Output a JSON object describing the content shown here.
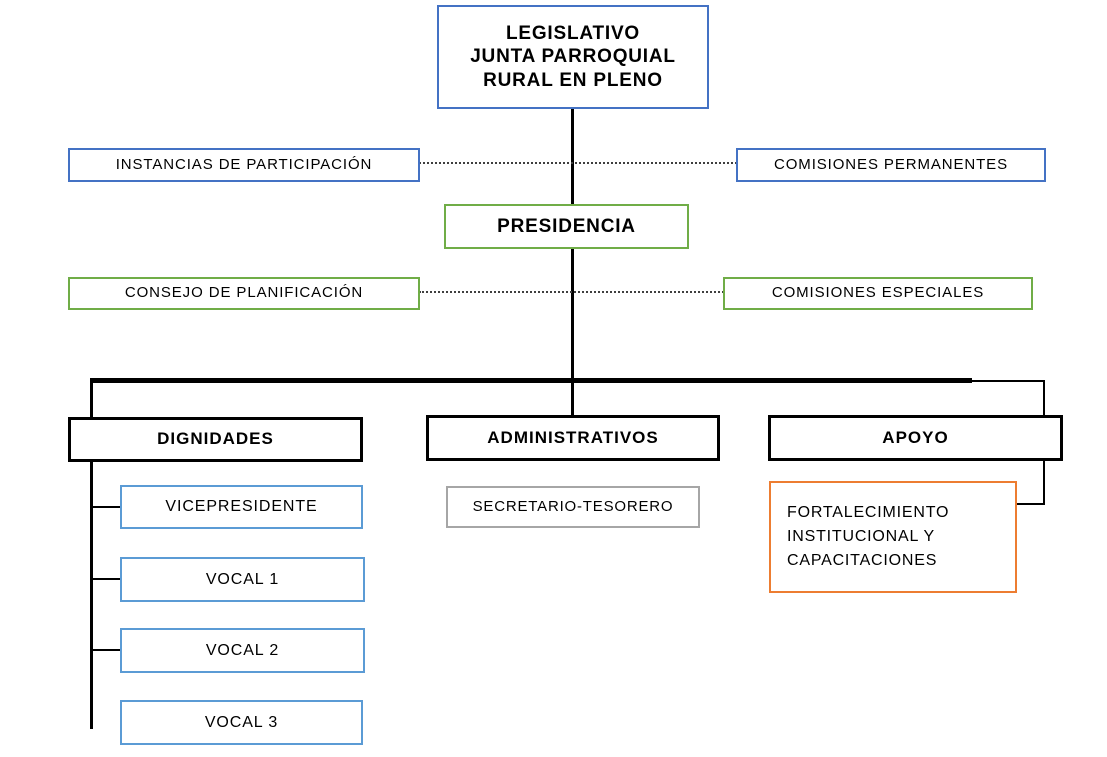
{
  "diagram": {
    "title": "Organigrama - Junta Parroquial Rural",
    "colors": {
      "blue_border": "#4472C4",
      "light_blue_border": "#5B9BD5",
      "green_border": "#70AD47",
      "orange_border": "#ED7D31",
      "gray_border": "#A6A6A6",
      "black_border": "#000000",
      "background": "#FFFFFF",
      "text": "#000000",
      "dotted_line": "#3F3F3F"
    }
  },
  "nodes": {
    "legislativo": "LEGISLATIVO\nJUNTA PARROQUIAL\nRURAL EN PLENO",
    "instancias_participacion": "INSTANCIAS  DE  PARTICIPACIÓN",
    "comisiones_permanentes": "COMISIONES  PERMANENTES",
    "presidencia": "PRESIDENCIA",
    "consejo_planificacion": "CONSEJO DE PLANIFICACIÓN",
    "comisiones_especiales": "COMISIONES  ESPECIALES",
    "dignidades": "DIGNIDADES",
    "administrativos": "ADMINISTRATIVOS",
    "apoyo": "APOYO",
    "vicepresidente": "VICEPRESIDENTE",
    "vocal_1": "VOCAL 1",
    "vocal_2": "VOCAL 2",
    "vocal_3": "VOCAL 3",
    "secretario_tesorero": "SECRETARIO-TESORERO",
    "fortalecimiento": "FORTALECIMIENTO\nINSTITUCIONAL   Y\nCAPACITACIONES"
  }
}
